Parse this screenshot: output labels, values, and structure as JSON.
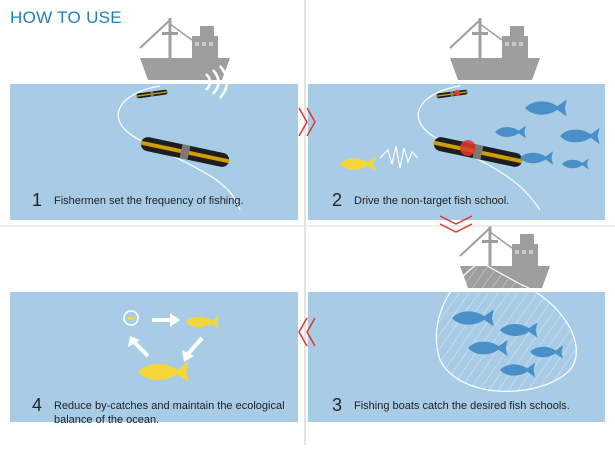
{
  "title": "HOW TO USE",
  "steps": [
    {
      "number": "1",
      "text": "Fishermen set the frequency of fishing."
    },
    {
      "number": "2",
      "text": "Drive the non-target fish school."
    },
    {
      "number": "3",
      "text": "Fishing boats catch the desired fish schools."
    },
    {
      "number": "4",
      "text": "Reduce by-catches and maintain the ecological balance of the ocean."
    }
  ],
  "colors": {
    "title": "#1f7dc3",
    "water": "#a8cce6",
    "boat": "#9e9e9e",
    "target_fish": "#4a90c8",
    "nontarget_fish": "#f5d63a",
    "arrow": "#e0392c",
    "device_light": "#e0392c"
  }
}
